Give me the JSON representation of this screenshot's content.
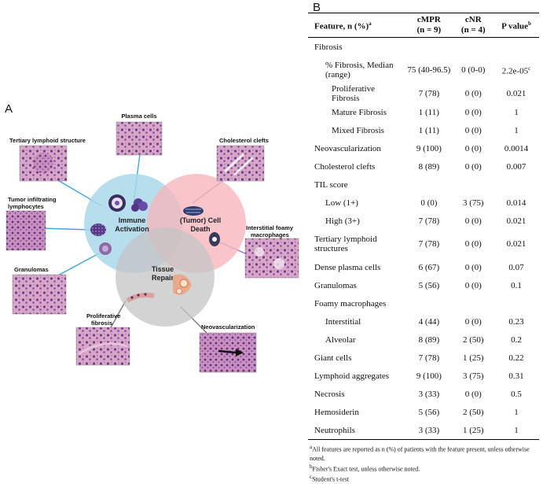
{
  "panel_a": {
    "letter": "A",
    "circles": {
      "immune": [
        "Immune",
        "Activation"
      ],
      "death": [
        "(Tumor) Cell",
        "Death"
      ],
      "repair": [
        "Tissue",
        "Repair"
      ]
    },
    "images": {
      "plasma": [
        "Plasma cells"
      ],
      "tls": [
        "Tertiary lymphoid structure"
      ],
      "chol": [
        "Cholesterol clefts"
      ],
      "til": [
        "Tumor infiltrating",
        "lymphocytes"
      ],
      "foamy": [
        "Interstitial foamy",
        "macrophages"
      ],
      "gran": [
        "Granulomas"
      ],
      "prolif": [
        "Proliferative",
        "fibrosis"
      ],
      "neo": [
        "Neovascularization"
      ]
    }
  },
  "panel_b": {
    "letter": "B",
    "header": {
      "feature": "Feature, n (%)",
      "feature_sup": "a",
      "cmpr": "cMPR",
      "cmpr_n": "(n = 9)",
      "cnr": "cNR",
      "cnr_n": "(n = 4)",
      "p": "P value",
      "p_sup": "b"
    },
    "rows": [
      {
        "level": "group",
        "feature": "Fibrosis",
        "cmpr": "",
        "cnr": "",
        "p": ""
      },
      {
        "level": "l1",
        "feature": "% Fibrosis, Median (range)",
        "cmpr": "75 (40-96.5)",
        "cnr": "0 (0-0)",
        "p": "2.2e-05",
        "p_sup": "c",
        "tall": true
      },
      {
        "level": "l2",
        "feature": "Proliferative Fibrosis",
        "cmpr": "7 (78)",
        "cnr": "0 (0)",
        "p": "0.021"
      },
      {
        "level": "l2",
        "feature": "Mature Fibrosis",
        "cmpr": "1 (11)",
        "cnr": "0 (0)",
        "p": "1"
      },
      {
        "level": "l2",
        "feature": "Mixed Fibrosis",
        "cmpr": "1 (11)",
        "cnr": "0 (0)",
        "p": "1"
      },
      {
        "level": "group",
        "feature": "Neovascularization",
        "cmpr": "9 (100)",
        "cnr": "0 (0)",
        "p": "0.0014"
      },
      {
        "level": "group",
        "feature": "Cholesterol clefts",
        "cmpr": "8 (89)",
        "cnr": "0 (0)",
        "p": "0.007"
      },
      {
        "level": "group",
        "feature": "TIL score",
        "cmpr": "",
        "cnr": "",
        "p": ""
      },
      {
        "level": "l1",
        "feature": "Low (1+)",
        "cmpr": "0 (0)",
        "cnr": "3 (75)",
        "p": "0.014"
      },
      {
        "level": "l1",
        "feature": "High (3+)",
        "cmpr": "7 (78)",
        "cnr": "0 (0)",
        "p": "0.021"
      },
      {
        "level": "group",
        "feature": "Tertiary lymphoid structures",
        "cmpr": "7 (78)",
        "cnr": "0 (0)",
        "p": "0.021",
        "tall": true
      },
      {
        "level": "group",
        "feature": "Dense plasma cells",
        "cmpr": "6 (67)",
        "cnr": "0 (0)",
        "p": "0.07"
      },
      {
        "level": "group",
        "feature": "Granulomas",
        "cmpr": "5 (56)",
        "cnr": "0 (0)",
        "p": "0.1"
      },
      {
        "level": "group",
        "feature": "Foamy macrophages",
        "cmpr": "",
        "cnr": "",
        "p": ""
      },
      {
        "level": "l1",
        "feature": "Interstitial",
        "cmpr": "4 (44)",
        "cnr": "0 (0)",
        "p": "0.23"
      },
      {
        "level": "l1",
        "feature": "Alveolar",
        "cmpr": "8 (89)",
        "cnr": "2 (50)",
        "p": "0.2"
      },
      {
        "level": "group",
        "feature": "Giant cells",
        "cmpr": "7 (78)",
        "cnr": "1 (25)",
        "p": "0.22"
      },
      {
        "level": "group",
        "feature": "Lymphoid aggregates",
        "cmpr": "9 (100)",
        "cnr": "3 (75)",
        "p": "0.31"
      },
      {
        "level": "group",
        "feature": "Necrosis",
        "cmpr": "3 (33)",
        "cnr": "0 (0)",
        "p": "0.5"
      },
      {
        "level": "group",
        "feature": "Hemosiderin",
        "cmpr": "5 (56)",
        "cnr": "2 (50)",
        "p": "1"
      },
      {
        "level": "group",
        "feature": "Neutrophils",
        "cmpr": "3 (33)",
        "cnr": "1 (25)",
        "p": "1"
      }
    ],
    "footnotes": [
      {
        "sup": "a",
        "text": "All features are reported as n (%) of patients with the feature present, unless otherwise noted."
      },
      {
        "sup": "b",
        "text": "Fisher's Exact test, unless otherwise noted."
      },
      {
        "sup": "c",
        "text": "Student's t-test"
      }
    ]
  },
  "colors": {
    "immune_circle": "#a9d8ea",
    "death_circle": "#f5b7bd",
    "repair_circle": "#c4c4c4",
    "tissue_pink": "#d9a6c8",
    "tissue_purple": "#6a3f8c",
    "connector_blue": "#3fa7d6",
    "connector_purple": "#a070b8",
    "connector_gray": "#7a7a7a"
  }
}
